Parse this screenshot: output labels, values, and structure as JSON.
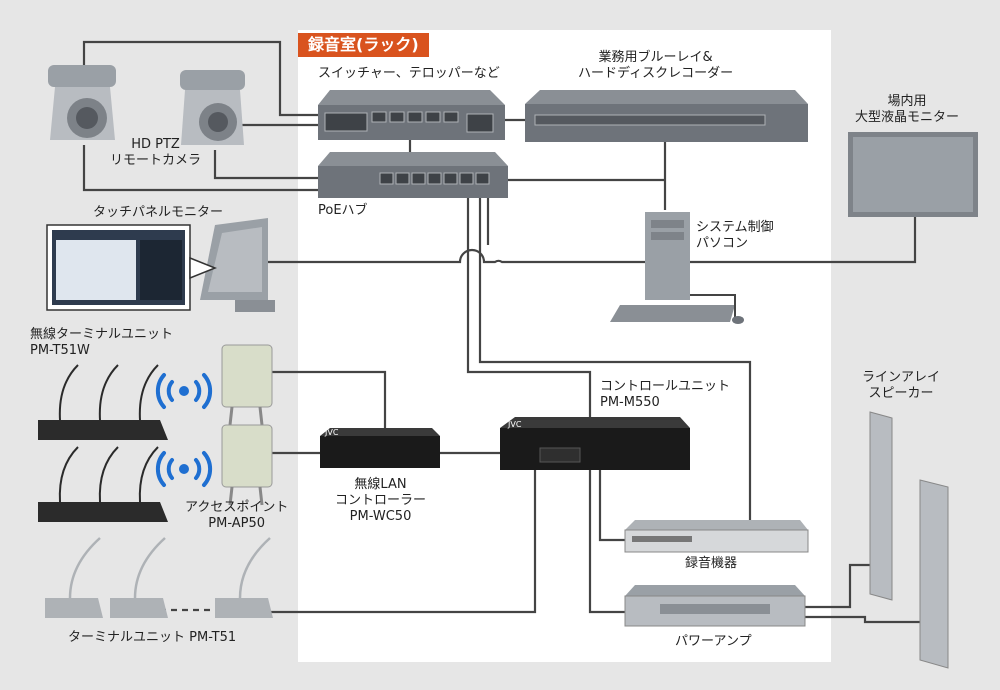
{
  "rack": {
    "title": "録音室(ラック)"
  },
  "labels": {
    "switcher": "スイッチャー、テロッパーなど",
    "recorder": "業務用ブルーレイ&\nハードディスクレコーダー",
    "camera": "HD PTZ\nリモートカメラ",
    "monitor": "場内用\n大型液晶モニター",
    "poe": "PoEハブ",
    "touch": "タッチパネルモニター",
    "pc": "システム制御\nパソコン",
    "wireless_unit": "無線ターミナルユニット\nPM-T51W",
    "control": "コントロールユニット\nPM-M550",
    "speaker": "ラインアレイ\nスピーカー",
    "wlan": "無線LAN\nコントローラー\nPM-WC50",
    "ap": "アクセスポイント\nPM-AP50",
    "rec_device": "録音機器",
    "amp": "パワーアンプ",
    "terminal": "ターミナルユニット PM-T51"
  },
  "brand": "JVC",
  "colors": {
    "accent": "#d9531e",
    "wifi": "#1f6fd1",
    "line": "#444444",
    "panel": "#ffffff"
  }
}
